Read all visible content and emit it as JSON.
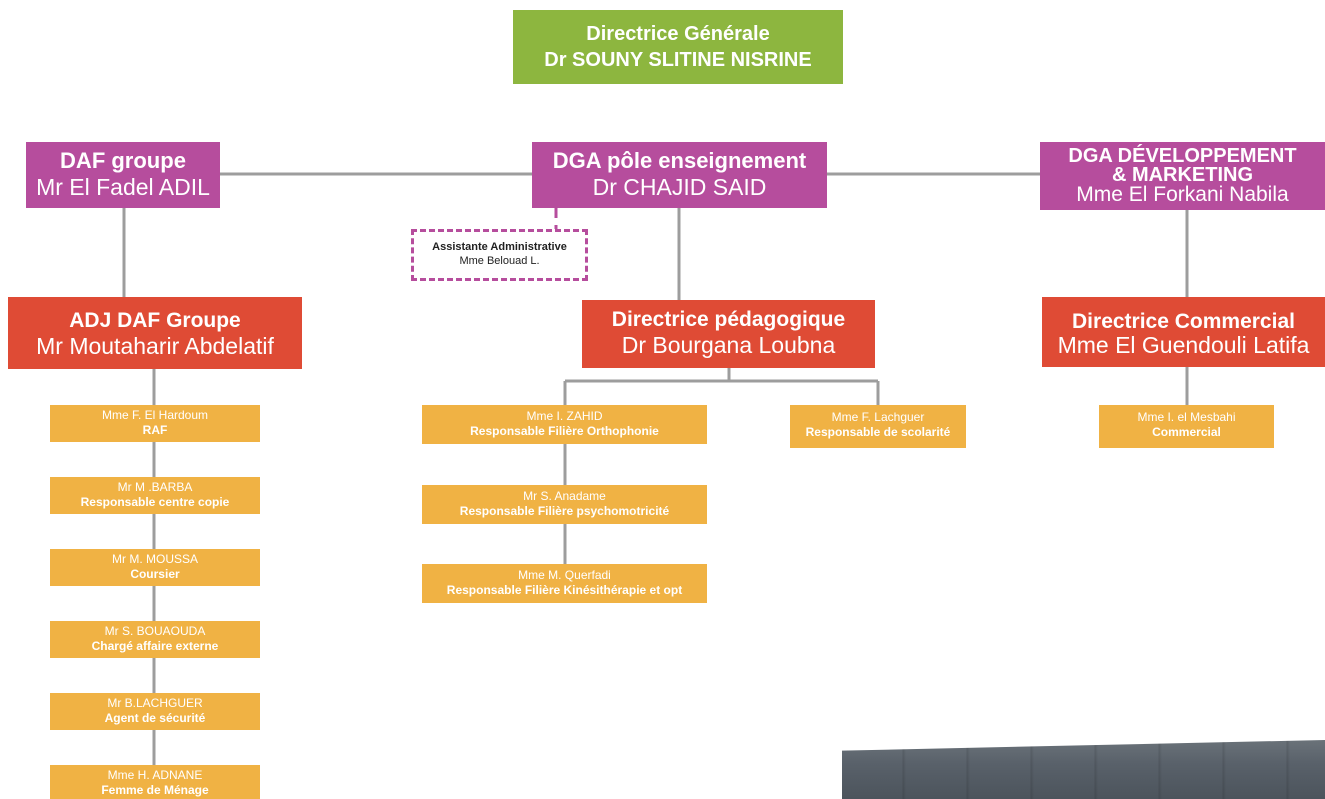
{
  "colors": {
    "top": "#8db63f",
    "level2": "#b64d9d",
    "level3": "#df4b35",
    "staff": "#f0b244",
    "connector": "#9d9d9d"
  },
  "director_general": {
    "title": "Directrice Générale",
    "name": "Dr SOUNY SLITINE NISRINE"
  },
  "daf": {
    "title": "DAF groupe",
    "name": "Mr El Fadel ADIL"
  },
  "dga_enseignement": {
    "title": "DGA pôle enseignement",
    "name": "Dr CHAJID SAID"
  },
  "dga_marketing": {
    "title_line1": "DGA DÉVELOPPEMENT",
    "title_line2": "& MARKETING",
    "name": "Mme El Forkani Nabila"
  },
  "assistant": {
    "title": "Assistante Administrative",
    "name": "Mme Belouad L."
  },
  "adj_daf": {
    "title": "ADJ DAF Groupe",
    "name": "Mr Moutaharir Abdelatif"
  },
  "dir_pedagogique": {
    "title": "Directrice pédagogique",
    "name": "Dr Bourgana Loubna"
  },
  "dir_commercial": {
    "title": "Directrice Commercial",
    "name": "Mme El Guendouli Latifa"
  },
  "daf_staff": [
    {
      "name": "Mme F. El Hardoum",
      "role": "RAF"
    },
    {
      "name": "Mr M .BARBA",
      "role": "Responsable centre copie"
    },
    {
      "name": "Mr M. MOUSSA",
      "role": "Coursier"
    },
    {
      "name": "Mr S. BOUAOUDA",
      "role": "Chargé affaire externe"
    },
    {
      "name": "Mr B.LACHGUER",
      "role": "Agent de sécurité"
    },
    {
      "name": "Mme H.  ADNANE",
      "role": "Femme de Ménage"
    }
  ],
  "peda_staff": [
    {
      "name": "Mme I. ZAHID",
      "role": "Responsable Filière Orthophonie"
    },
    {
      "name": "Mr S. Anadame",
      "role": "Responsable Filière psychomotricité"
    },
    {
      "name": "Mme M. Querfadi",
      "role": "Responsable Filière Kinésithérapie et opt"
    }
  ],
  "scolarite": {
    "name": "Mme F. Lachguer",
    "role": "Responsable de scolarité"
  },
  "commercial_staff": {
    "name": "Mme I. el Mesbahi",
    "role": "Commercial"
  }
}
